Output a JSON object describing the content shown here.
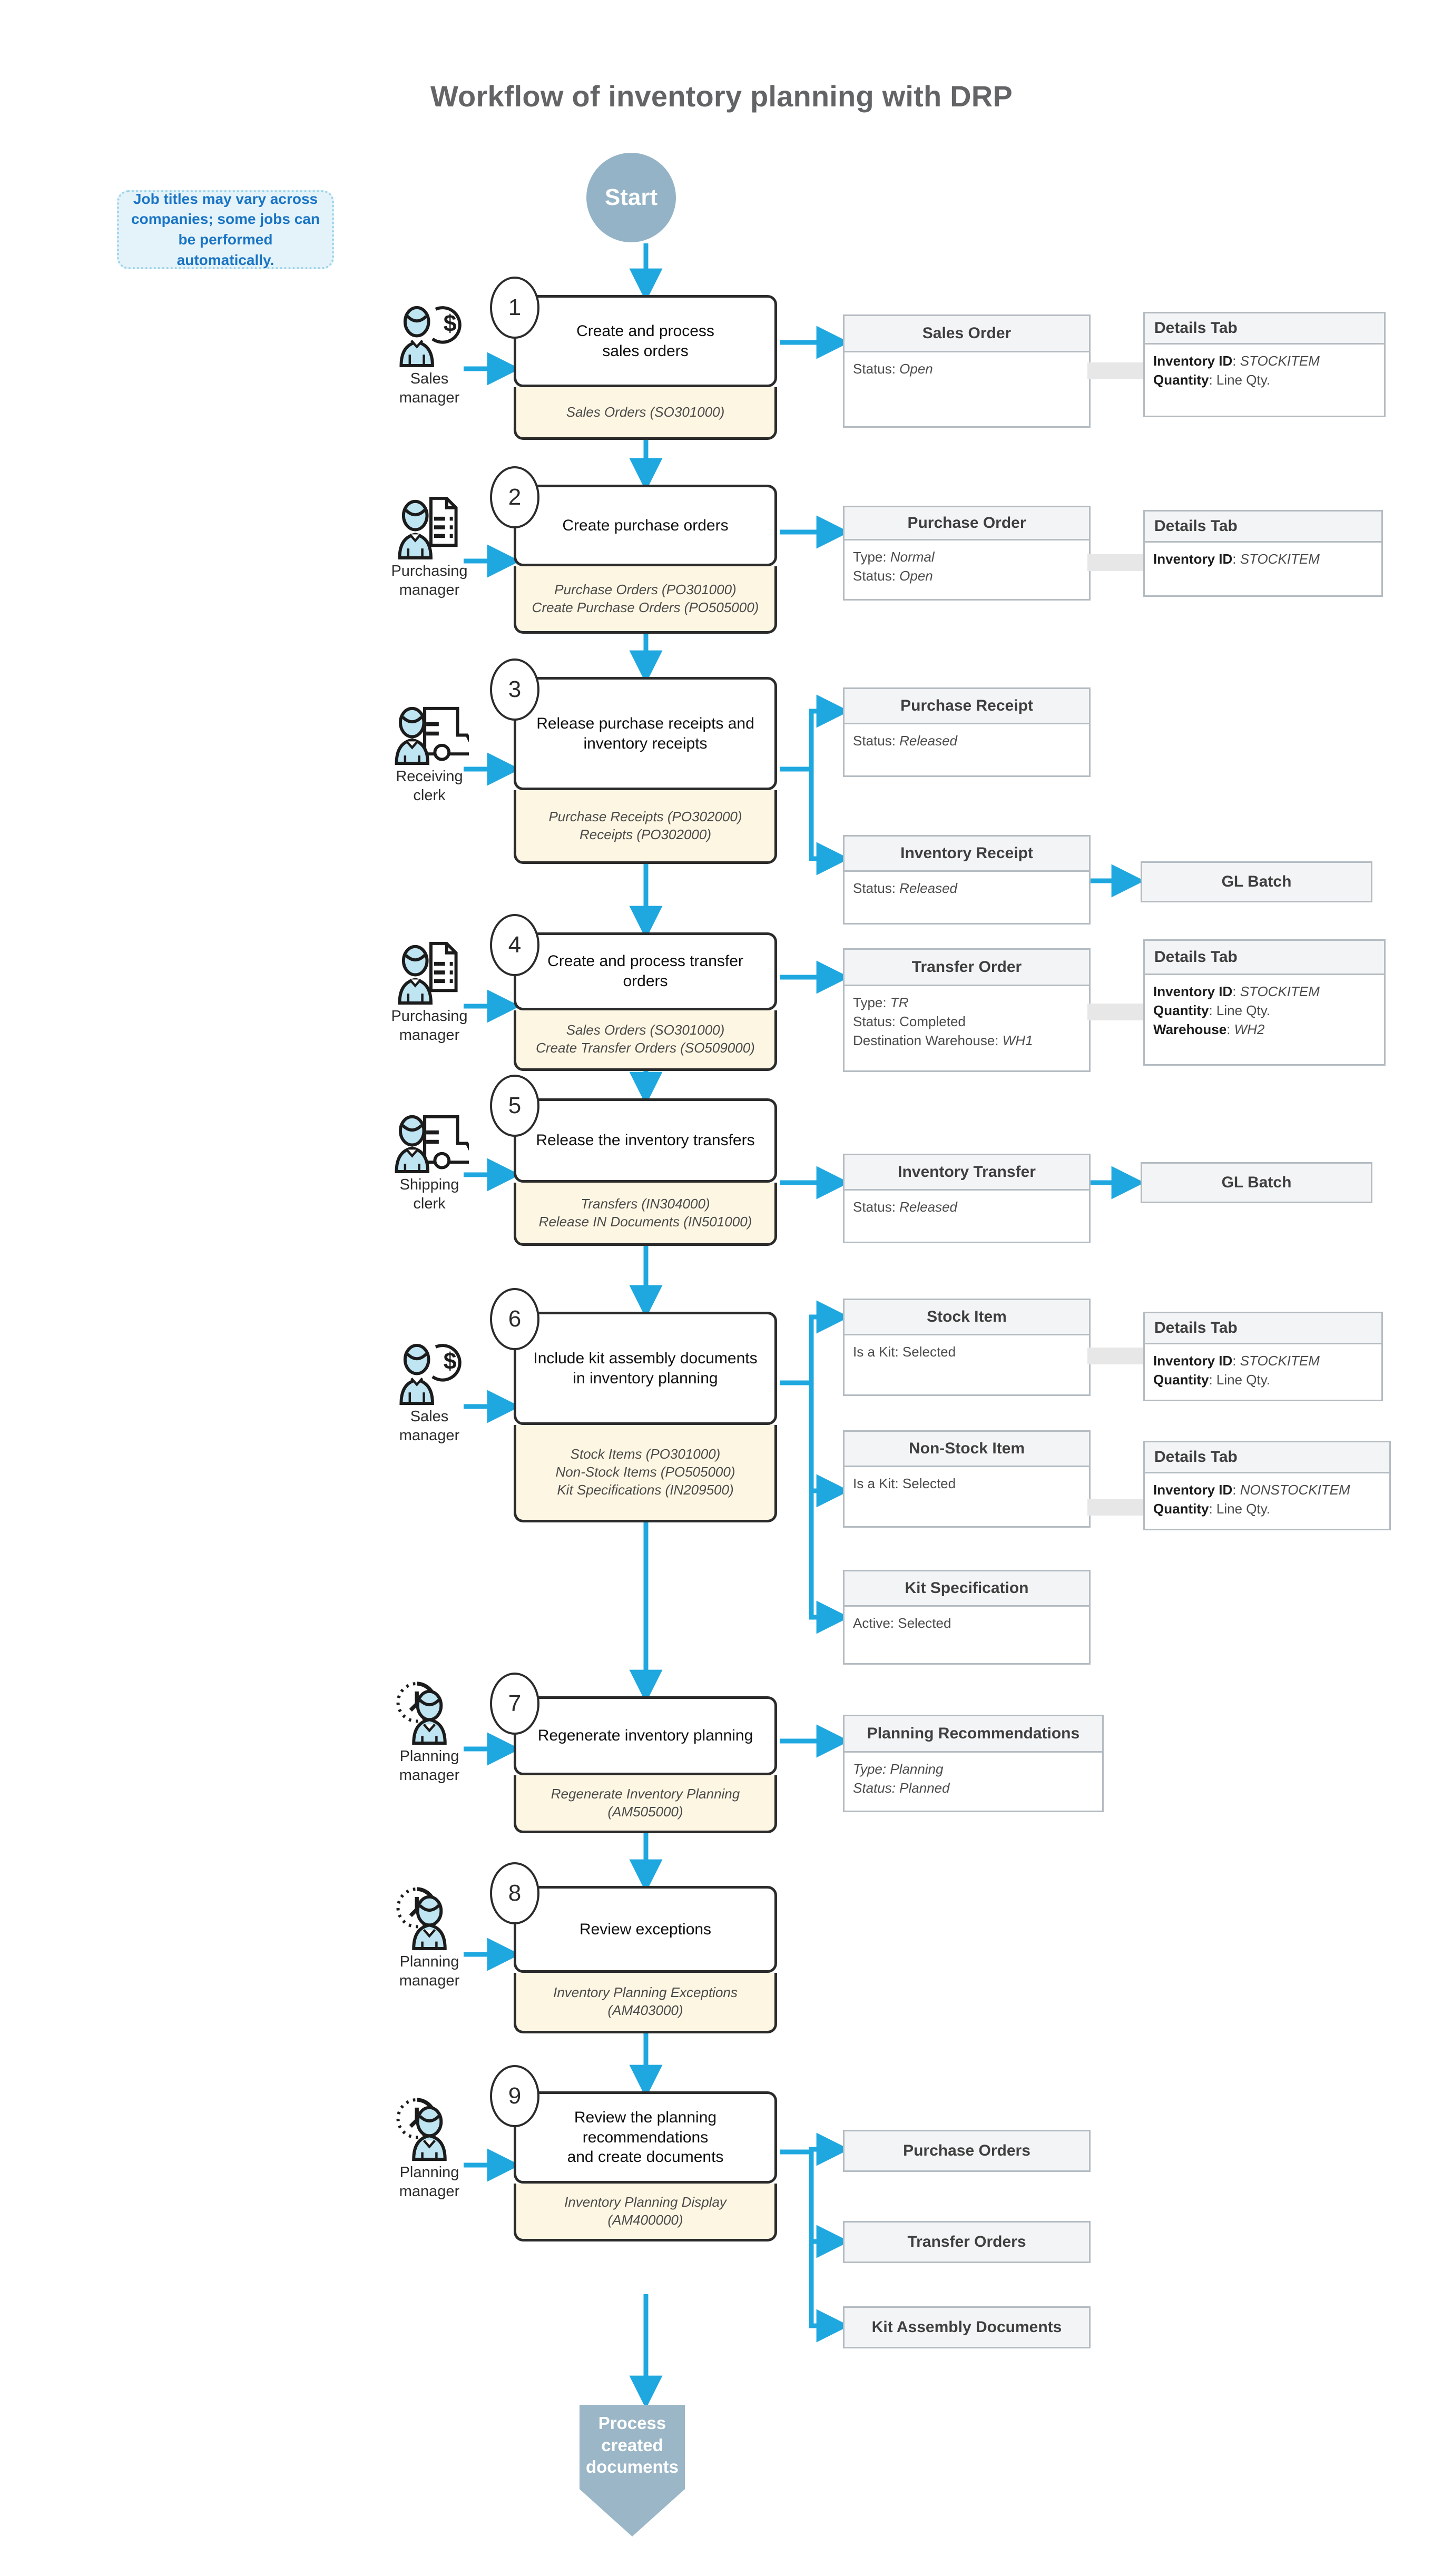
{
  "title": "Workflow of inventory planning with DRP",
  "note": "Job titles may vary across companies; some jobs can be performed automatically.",
  "start_label": "Start",
  "end_label": "Process created documents",
  "colors": {
    "arrow": "#1fa8e0",
    "start_fill": "#94b3c6",
    "end_fill": "#9ab6c7",
    "screen_fill": "#fdf6e3",
    "card_header": "#f3f4f5",
    "card_border": "#b4bcc2",
    "note_text": "#1a74c4",
    "title_text": "#636466"
  },
  "roles": [
    {
      "id": "sales-manager-1",
      "icon": "person-dollar-icon",
      "label": "Sales\nmanager"
    },
    {
      "id": "purchasing-manager-1",
      "icon": "person-document-icon",
      "label": "Purchasing\nmanager"
    },
    {
      "id": "receiving-clerk",
      "icon": "person-truck-icon",
      "label": "Receiving\nclerk"
    },
    {
      "id": "purchasing-manager-2",
      "icon": "person-document-icon",
      "label": "Purchasing\nmanager"
    },
    {
      "id": "shipping-clerk",
      "icon": "person-truck-icon",
      "label": "Shipping\nclerk"
    },
    {
      "id": "sales-manager-2",
      "icon": "person-dollar-icon",
      "label": "Sales\nmanager"
    },
    {
      "id": "planning-manager-1",
      "icon": "person-clock-icon",
      "label": "Planning\nmanager"
    },
    {
      "id": "planning-manager-2",
      "icon": "person-clock-icon",
      "label": "Planning\nmanager"
    },
    {
      "id": "planning-manager-3",
      "icon": "person-clock-icon",
      "label": "Planning\nmanager"
    }
  ],
  "steps": [
    {
      "num": "1",
      "title": "Create and process\nsales orders",
      "screens": [
        "Sales Orders (SO301000)"
      ]
    },
    {
      "num": "2",
      "title": "Create purchase orders",
      "screens": [
        "Purchase Orders (PO301000)",
        "Create Purchase Orders (PO505000)"
      ]
    },
    {
      "num": "3",
      "title": "Release purchase receipts and\ninventory receipts",
      "screens": [
        "Purchase Receipts (PO302000)",
        "Receipts (PO302000)"
      ]
    },
    {
      "num": "4",
      "title": "Create and process transfer\norders",
      "screens": [
        "Sales Orders (SO301000)",
        "Create Transfer Orders (SO509000)"
      ]
    },
    {
      "num": "5",
      "title": "Release the inventory transfers",
      "screens": [
        "Transfers (IN304000)",
        "Release IN Documents (IN501000)"
      ]
    },
    {
      "num": "6",
      "title": "Include kit assembly documents\nin inventory planning",
      "screens": [
        "Stock Items (PO301000)",
        "Non-Stock Items (PO505000)",
        "Kit Specifications (IN209500)"
      ]
    },
    {
      "num": "7",
      "title": "Regenerate inventory planning",
      "screens": [
        "Regenerate Inventory Planning",
        "(AM505000)"
      ]
    },
    {
      "num": "8",
      "title": "Review exceptions",
      "screens": [
        "Inventory Planning Exceptions",
        "(AM403000)"
      ]
    },
    {
      "num": "9",
      "title": "Review the planning\nrecommendations\nand create documents",
      "screens": [
        "Inventory Planning Display",
        "(AM400000)"
      ]
    }
  ],
  "cards": {
    "sales_order": {
      "header": "Sales Order",
      "lines": [
        "Status: <em>Open</em>"
      ]
    },
    "so_details": {
      "header": "Details Tab",
      "lines": [
        "<b>Inventory ID</b>: <em>STOCKITEM</em>",
        "<b>Quantity</b>: Line Qty."
      ]
    },
    "purchase_order": {
      "header": "Purchase Order",
      "lines": [
        "Type: <em>Normal</em>",
        "Status: <em>Open</em>"
      ]
    },
    "po_details": {
      "header": "Details Tab",
      "lines": [
        "<b>Inventory ID</b>: <em>STOCKITEM</em>"
      ]
    },
    "purchase_receipt": {
      "header": "Purchase Receipt",
      "lines": [
        "Status: <em>Released</em>"
      ]
    },
    "inventory_receipt": {
      "header": "Inventory Receipt",
      "lines": [
        "Status: <em>Released</em>"
      ]
    },
    "gl_batch_1": {
      "header": "GL Batch",
      "lines": []
    },
    "transfer_order": {
      "header": "Transfer Order",
      "lines": [
        "Type: <em>TR</em>",
        "Status: Completed",
        "Destination Warehouse: <em>WH1</em>"
      ]
    },
    "to_details": {
      "header": "Details Tab",
      "lines": [
        "<b>Inventory ID</b>: <em>STOCKITEM</em>",
        "<b>Quantity</b>: Line Qty.",
        "<b>Warehouse</b>: <em>WH2</em>"
      ]
    },
    "inventory_transfer": {
      "header": "Inventory Transfer",
      "lines": [
        "Status: <em>Released</em>"
      ]
    },
    "gl_batch_2": {
      "header": "GL Batch",
      "lines": []
    },
    "stock_item": {
      "header": "Stock Item",
      "lines": [
        "Is a Kit: Selected"
      ]
    },
    "si_details": {
      "header": "Details Tab",
      "lines": [
        "<b>Inventory ID</b>: <em>STOCKITEM</em>",
        "<b>Quantity</b>: Line Qty."
      ]
    },
    "non_stock_item": {
      "header": "Non-Stock Item",
      "lines": [
        "Is a Kit: Selected"
      ]
    },
    "nsi_details": {
      "header": "Details Tab",
      "lines": [
        "<b>Inventory ID</b>: <em>NONSTOCKITEM</em>",
        "<b>Quantity</b>: Line Qty."
      ]
    },
    "kit_specification": {
      "header": "Kit Specification",
      "lines": [
        "Active: Selected"
      ]
    },
    "planning_recs": {
      "header": "Planning Recommendations",
      "lines": [
        "<em>Type: Planning</em>",
        "<em>Status: Planned</em>"
      ]
    },
    "purchase_orders": {
      "header": "Purchase Orders",
      "lines": []
    },
    "transfer_orders": {
      "header": "Transfer Orders",
      "lines": []
    },
    "kit_assembly_docs": {
      "header": "Kit Assembly Documents",
      "lines": []
    }
  }
}
